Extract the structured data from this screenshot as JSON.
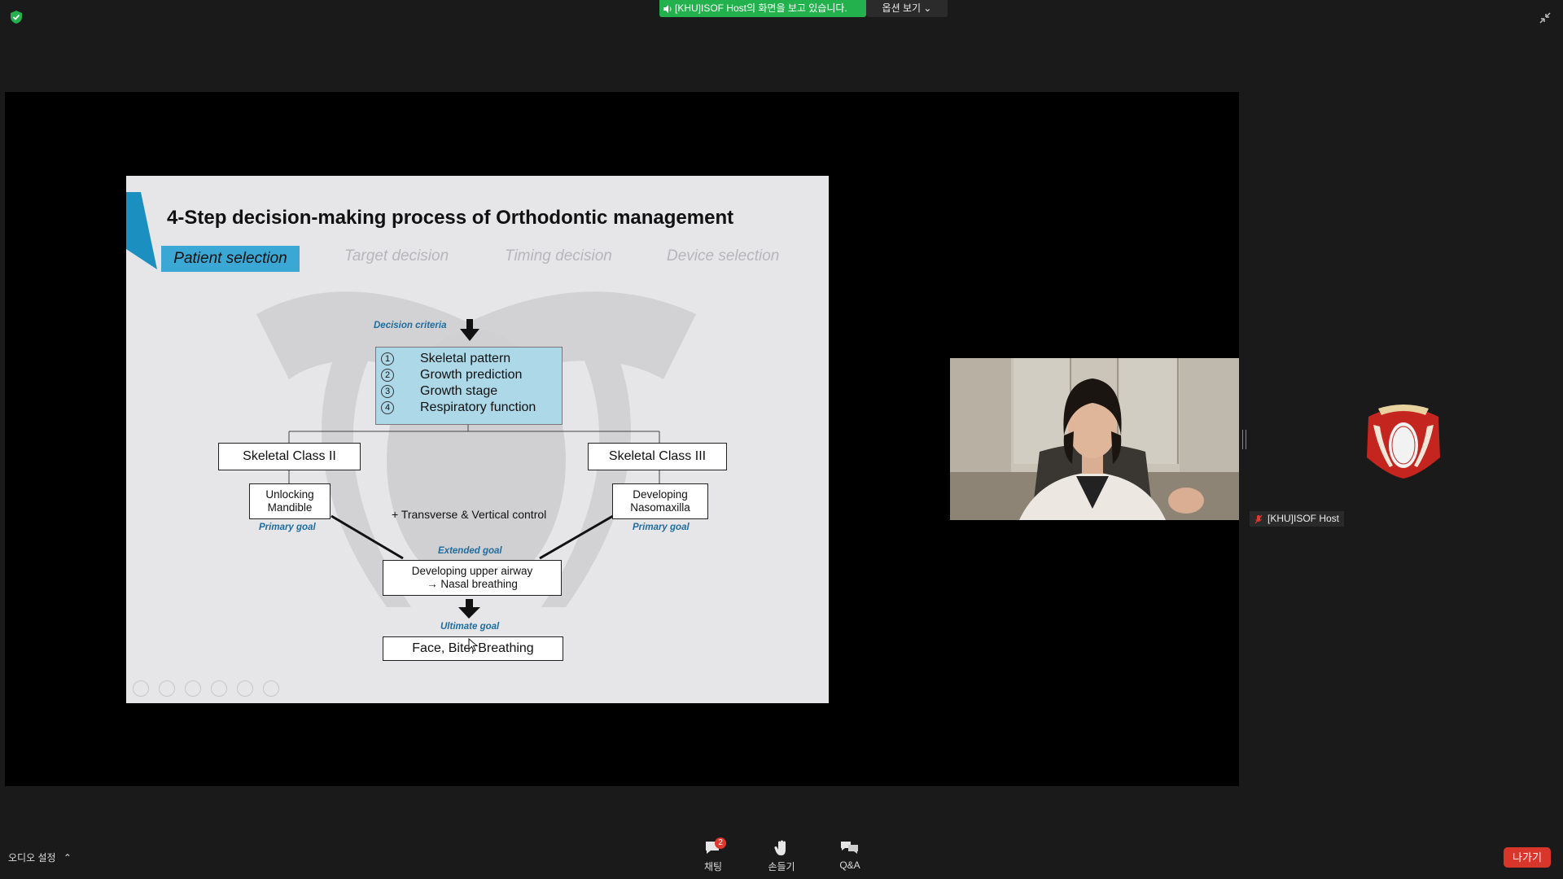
{
  "top_bar": {
    "share_banner": "[KHU]ISOF  Host의 화면을 보고 있습니다.",
    "view_options": "옵션 보기"
  },
  "slide": {
    "title": "4-Step decision-making process of Orthodontic management",
    "steps": [
      "Patient selection",
      "Target decision",
      "Timing decision",
      "Device selection"
    ],
    "decision_criteria_label": "Decision criteria",
    "criteria": [
      {
        "num": "1",
        "text": "Skeletal pattern"
      },
      {
        "num": "2",
        "text": "Growth prediction"
      },
      {
        "num": "3",
        "text": "Growth stage"
      },
      {
        "num": "4",
        "text": "Respiratory function"
      }
    ],
    "class2": "Skeletal Class II",
    "class3": "Skeletal Class III",
    "unlocking_l1": "Unlocking",
    "unlocking_l2": "Mandible",
    "developing_l1": "Developing",
    "developing_l2": "Nasomaxilla",
    "primary_goal": "Primary goal",
    "transverse": "+ Transverse & Vertical control",
    "extended_goal": "Extended goal",
    "airway_l1": "Developing upper airway",
    "airway_l2": "→ Nasal breathing",
    "ultimate_goal": "Ultimate goal",
    "final": "Face, Bite, Breathing"
  },
  "participant": {
    "name": "[KHU]ISOF Host"
  },
  "toolbar": {
    "audio_settings": "오디오 설정",
    "chat_label": "채팅",
    "chat_badge": "2",
    "raise_label": "손들기",
    "qa_label": "Q&A",
    "leave_label": "나가기"
  },
  "colors": {
    "share_banner": "#23b14d",
    "leave": "#d9362b",
    "accent_blue": "#3ba7d4"
  }
}
